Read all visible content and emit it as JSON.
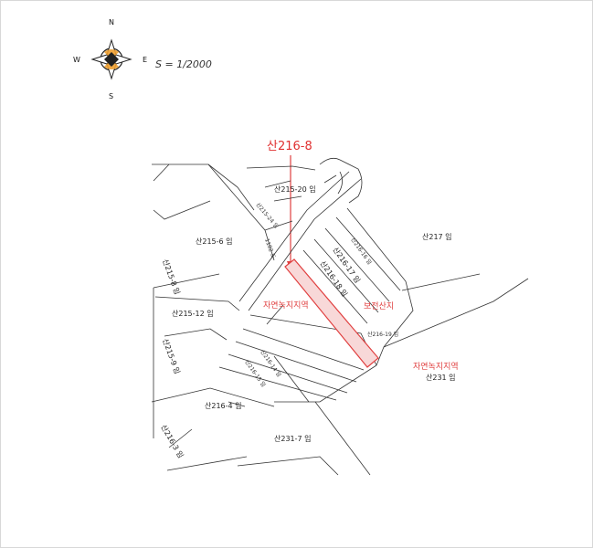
{
  "compass": {
    "n": "N",
    "s": "S",
    "e": "E",
    "w": "W"
  },
  "scale": "S = 1/2000",
  "target": "산216-8",
  "parcels": {
    "p215_6": "산215-6 임",
    "p215_12": "산215-12 임",
    "p215_8": "산215-8 임",
    "p215_9": "산215-9 임",
    "p215_20": "산215-20 임",
    "p215_24": "산215-24 임",
    "p216_4": "산216-4 임",
    "p216_3": "산216-3 임",
    "p216_17": "산216-17 임",
    "p216_18": "산216-18 임",
    "p216_16": "산216-16 임",
    "p216_19": "산216-19 임",
    "p216_14": "산216-14 임",
    "p216_15": "산216-15 임",
    "p217": "산217 임",
    "p231": "산231 임",
    "p231_7": "산231-7 임",
    "road": "1102 도"
  },
  "zones": {
    "green_left": "자연녹지지역",
    "forest_right": "보전산지",
    "green_right": "자연녹지지역"
  },
  "colors": {
    "target_fill": "#f8d8d8",
    "accent": "#e04040",
    "compass_fill": "#f0a030"
  }
}
